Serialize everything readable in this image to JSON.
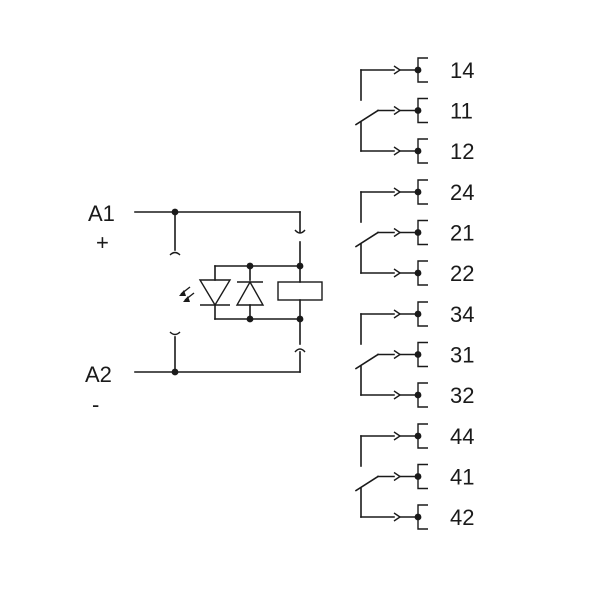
{
  "coil": {
    "a1_label": "A1",
    "a1_polarity": "+",
    "a2_label": "A2",
    "a2_polarity": "-"
  },
  "contact_groups": [
    {
      "no": "14",
      "common": "11",
      "nc": "12"
    },
    {
      "no": "24",
      "common": "21",
      "nc": "22"
    },
    {
      "no": "34",
      "common": "31",
      "nc": "32"
    },
    {
      "no": "44",
      "common": "41",
      "nc": "42"
    }
  ],
  "icons": {
    "led": "led-icon",
    "diode": "freewheel-diode-icon",
    "coil": "relay-coil-icon"
  },
  "colors": {
    "line": "#1a1a1a",
    "background": "#ffffff"
  }
}
